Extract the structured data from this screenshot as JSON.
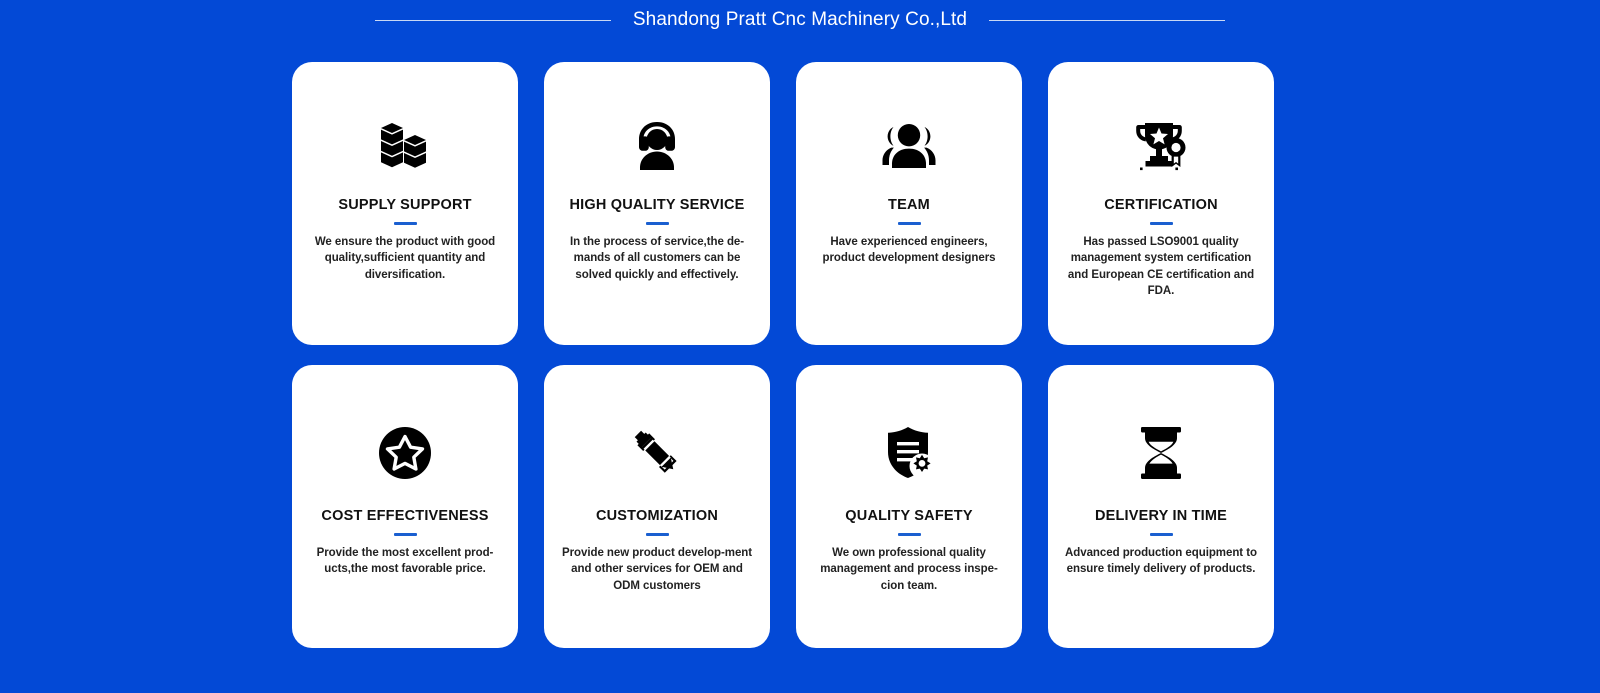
{
  "header": {
    "title": "Shandong Pratt Cnc Machinery Co.,Ltd",
    "rule_left_name": "header-rule-left",
    "rule_right_name": "header-rule-right"
  },
  "theme": {
    "background": "#0349d6",
    "card_background": "#ffffff",
    "divider": "#1a5fd0",
    "rule": "#c9d8f5",
    "title_text": "#111111",
    "body_text": "#222222",
    "header_text": "#ffffff"
  },
  "cards": [
    {
      "icon": "stacked-blocks-icon",
      "title": "SUPPLY SUPPORT",
      "description": "We ensure the product with good quality,sufficient quantity and diversification."
    },
    {
      "icon": "headset-support-icon",
      "title": "HIGH QUALITY SERVICE",
      "description": "In the process of service,the de-mands of all customers can be solved quickly and effectively."
    },
    {
      "icon": "people-group-icon",
      "title": "TEAM",
      "description": "Have experienced engineers, product development designers"
    },
    {
      "icon": "trophy-medal-icon",
      "title": "CERTIFICATION",
      "description": "Has passed LSO9001 quality management system certification and European CE certification and FDA."
    },
    {
      "icon": "star-circle-icon",
      "title": "COST EFFECTIVENESS",
      "description": "Provide the most excellent prod-ucts,the most favorable price."
    },
    {
      "icon": "pencil-ruler-icon",
      "title": "CUSTOMIZATION",
      "description": "Provide new product develop-ment and other services for OEM and ODM customers"
    },
    {
      "icon": "shield-gear-icon",
      "title": "QUALITY SAFETY",
      "description": "We own professional quality management and process inspe-cion team."
    },
    {
      "icon": "hourglass-icon",
      "title": "DELIVERY IN TIME",
      "description": "Advanced production equipment to ensure timely delivery of products."
    }
  ]
}
